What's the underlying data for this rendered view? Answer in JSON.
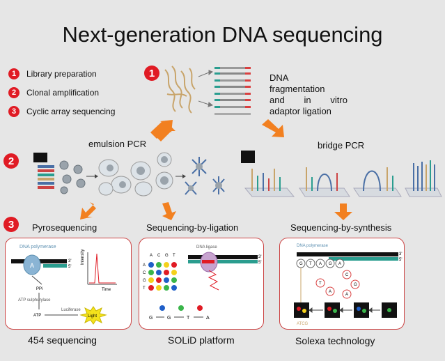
{
  "title": "Next-generation DNA sequencing",
  "legend": [
    {
      "num": "1",
      "label": "Library preparation"
    },
    {
      "num": "2",
      "label": "Clonal amplification"
    },
    {
      "num": "3",
      "label": "Cyclic array sequencing"
    }
  ],
  "step_badges": [
    "1",
    "2",
    "3"
  ],
  "dna_text": {
    "line1": "DNA",
    "line2": "fragmentation",
    "line3a": "and",
    "line3b": "in",
    "line3c": "vitro",
    "line4": "adaptor ligation"
  },
  "emulsion_label": "emulsion PCR",
  "bridge_label": "bridge PCR",
  "methods": [
    "Pyrosequencing",
    "Sequencing-by-ligation",
    "Sequencing-by-synthesis"
  ],
  "platforms": [
    "454 sequencing",
    "SOLiD platform",
    "Solexa technology"
  ],
  "panel1": {
    "enzyme": "DNA polymerase",
    "a": "A",
    "three": "3'",
    "five": "5'",
    "ppi": "PPi",
    "atp_enzyme": "ATP sulphurylase",
    "atp": "ATP",
    "luciferase": "Luciferase",
    "light": "Light",
    "intensity": "Intensity",
    "time": "Time"
  },
  "panel2": {
    "enzyme": "DNA ligase",
    "three": "3'",
    "five": "5'",
    "cols": [
      "A",
      "C",
      "G",
      "T"
    ],
    "rows": [
      "A",
      "C",
      "G",
      "T"
    ],
    "seq": [
      "G",
      "G",
      "T",
      "A"
    ]
  },
  "panel3": {
    "enzyme": "DNA polymerase",
    "three": "3'",
    "five": "5'",
    "bases": [
      "G",
      "T",
      "A",
      "G",
      "A"
    ],
    "floating": [
      "C",
      "T",
      "A",
      "G",
      "A"
    ],
    "label_bottom": "ATCG"
  },
  "colors": {
    "accent": "#e01b24",
    "arrow": "#f28020",
    "teal": "#2a9d8f",
    "panel_border": "#cc4444"
  }
}
